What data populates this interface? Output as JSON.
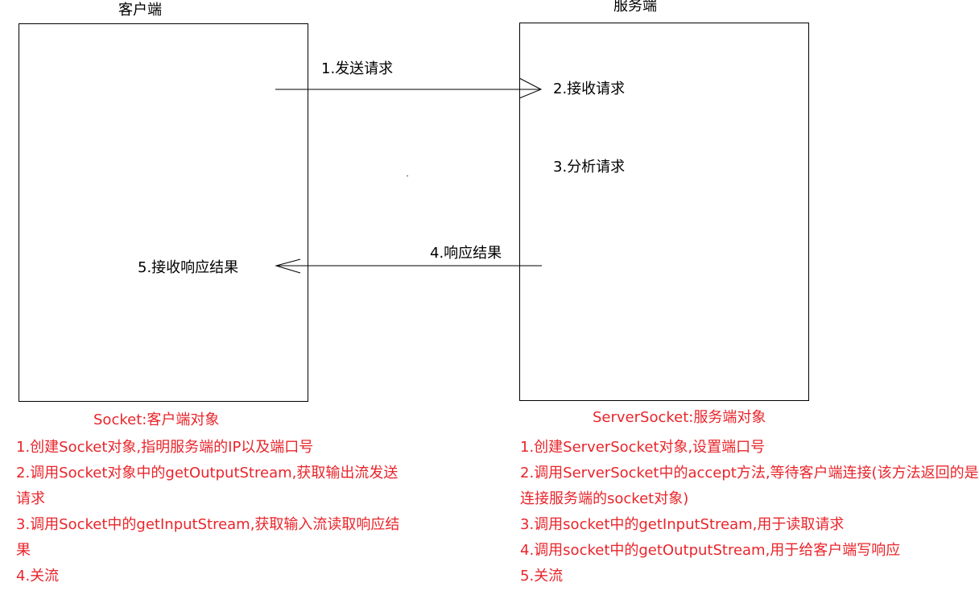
{
  "diagram": {
    "client_title": "客户端",
    "server_title": "服务端",
    "steps": {
      "send_request": "1.发送请求",
      "receive_request": "2.接收请求",
      "analyze_request": "3.分析请求",
      "respond_result": "4.响应结果",
      "receive_response": "5.接收响应结果"
    }
  },
  "client_notes": {
    "title": "Socket:客户端对象",
    "lines": [
      "1.创建Socket对象,指明服务端的IP以及端口号",
      "2.调用Socket对象中的getOutputStream,获取输出流发送",
      "请求",
      "3.调用Socket中的getInputStream,获取输入流读取响应结",
      "果",
      "4.关流"
    ]
  },
  "server_notes": {
    "title": "ServerSocket:服务端对象",
    "lines": [
      "1.创建ServerSocket对象,设置端口号",
      "2.调用ServerSocket中的accept方法,等待客户端连接(该方法返回的是",
      "连接服务端的socket对象)",
      "3.调用socket中的getInputStream,用于读取请求",
      "4.调用socket中的getOutputStream,用于给客户端写响应",
      "5.关流"
    ]
  },
  "colors": {
    "note_text": "#e8252b",
    "diagram_text": "#000000"
  }
}
